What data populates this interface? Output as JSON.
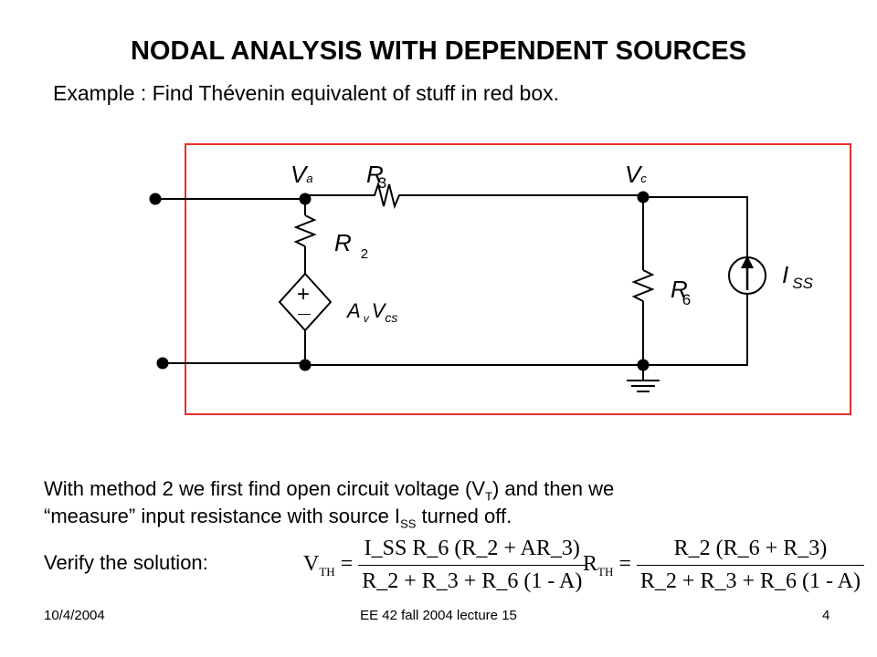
{
  "slide": {
    "title": "NODAL ANALYSIS WITH DEPENDENT SOURCES",
    "example": "Example :  Find Thévenin equivalent of stuff in red box.",
    "method_line1_a": "With method 2 we first find open circuit voltage  (V",
    "method_line1_sub": "T",
    "method_line1_b": ") and then we",
    "method_line2_a": "“measure” input resistance with source I",
    "method_line2_sub": "SS",
    "method_line2_b": " turned off.",
    "verify": "Verify the solution:"
  },
  "circuit": {
    "box_color": "#e8302a",
    "Va": "V",
    "Va_sub": "a",
    "R3": "R",
    "R3_sub": "3",
    "Vc": "V",
    "Vc_sub": "c",
    "R2": "R",
    "R2_sub": "2",
    "R6": "R",
    "R6_sub": "6",
    "ISS": "I",
    "ISS_sub": "SS",
    "Av": "A",
    "Av_sub": "v",
    "Vcs": "V",
    "Vcs_sub": "cs",
    "plus": "+",
    "minus": "—"
  },
  "equations": {
    "vth_lhs": "V",
    "vth_lhs_sub": "TH",
    "vth_num": "I_SS R_6 (R_2 + AR_3)",
    "vth_den": "R_2 + R_3 + R_6 (1 - A)",
    "rth_lhs": "R",
    "rth_lhs_sub": "TH",
    "rth_num": "R_2 (R_6 + R_3)",
    "rth_den": "R_2 + R_3 + R_6 (1 - A)"
  },
  "footer": {
    "date": "10/4/2004",
    "course": "EE 42 fall 2004 lecture 15",
    "page": "4"
  }
}
